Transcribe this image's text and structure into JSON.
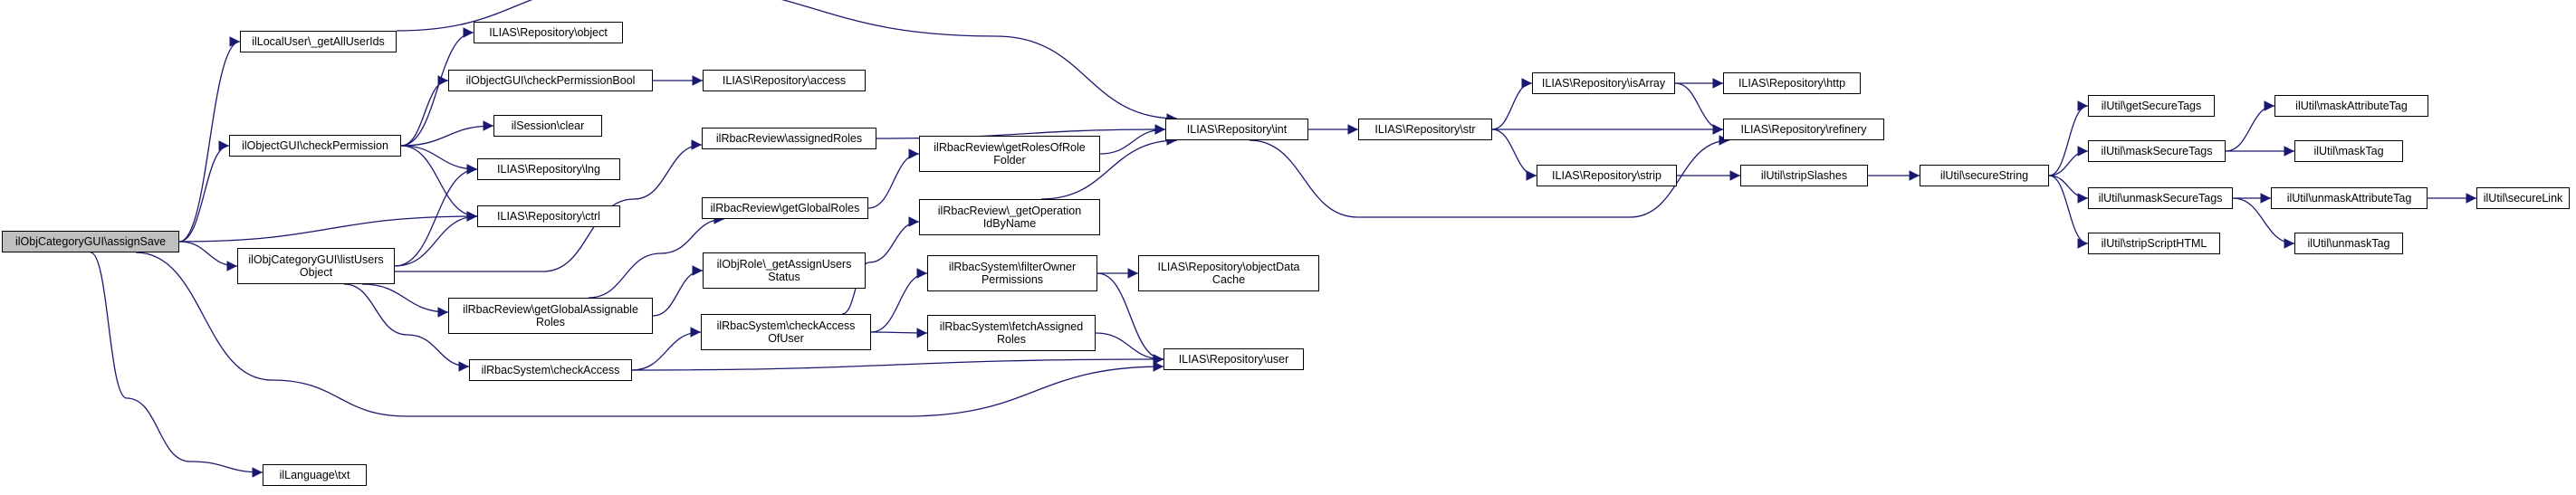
{
  "graph": {
    "edge_color": "#191970",
    "nodes": [
      {
        "id": "assignSave",
        "label": "ilObjCategoryGUI\\assignSave",
        "root": true
      },
      {
        "id": "getAllUserIds",
        "label": "ilLocalUser\\_getAllUserIds"
      },
      {
        "id": "checkPermission",
        "label": "ilObjectGUI\\checkPermission"
      },
      {
        "id": "listUsersObject",
        "label": "ilObjCategoryGUI\\listUsers\nObject"
      },
      {
        "id": "langTxt",
        "label": "ilLanguage\\txt"
      },
      {
        "id": "repoObject",
        "label": "ILIAS\\Repository\\object"
      },
      {
        "id": "checkPermissionBool",
        "label": "ilObjectGUI\\checkPermissionBool"
      },
      {
        "id": "sessionClear",
        "label": "ilSession\\clear"
      },
      {
        "id": "repoLng",
        "label": "ILIAS\\Repository\\lng"
      },
      {
        "id": "repoCtrl",
        "label": "ILIAS\\Repository\\ctrl"
      },
      {
        "id": "repoAccess",
        "label": "ILIAS\\Repository\\access"
      },
      {
        "id": "assignedRoles",
        "label": "ilRbacReview\\assignedRoles"
      },
      {
        "id": "getGlobalRoles",
        "label": "ilRbacReview\\getGlobalRoles"
      },
      {
        "id": "getAssignUsersStatus",
        "label": "ilObjRole\\_getAssignUsers\nStatus"
      },
      {
        "id": "getGlobalAssignableRoles",
        "label": "ilRbacReview\\getGlobalAssignable\nRoles"
      },
      {
        "id": "checkAccess",
        "label": "ilRbacSystem\\checkAccess"
      },
      {
        "id": "checkAccessOfUser",
        "label": "ilRbacSystem\\checkAccess\nOfUser"
      },
      {
        "id": "getRolesOfRoleFolder",
        "label": "ilRbacReview\\getRolesOfRole\nFolder"
      },
      {
        "id": "getOperationIdByName",
        "label": "ilRbacReview\\_getOperation\nIdByName"
      },
      {
        "id": "filterOwnerPermissions",
        "label": "ilRbacSystem\\filterOwner\nPermissions"
      },
      {
        "id": "fetchAssignedRoles",
        "label": "ilRbacSystem\\fetchAssigned\nRoles"
      },
      {
        "id": "objectDataCache",
        "label": "ILIAS\\Repository\\objectData\nCache"
      },
      {
        "id": "repoInt",
        "label": "ILIAS\\Repository\\int"
      },
      {
        "id": "repoUser",
        "label": "ILIAS\\Repository\\user"
      },
      {
        "id": "repoStr",
        "label": "ILIAS\\Repository\\str"
      },
      {
        "id": "repoIsArray",
        "label": "ILIAS\\Repository\\isArray"
      },
      {
        "id": "repoStrip",
        "label": "ILIAS\\Repository\\strip"
      },
      {
        "id": "repoHttp",
        "label": "ILIAS\\Repository\\http"
      },
      {
        "id": "repoRefinery",
        "label": "ILIAS\\Repository\\refinery"
      },
      {
        "id": "stripSlashes",
        "label": "ilUtil\\stripSlashes"
      },
      {
        "id": "secureString",
        "label": "ilUtil\\secureString"
      },
      {
        "id": "getSecureTags",
        "label": "ilUtil\\getSecureTags"
      },
      {
        "id": "maskSecureTags",
        "label": "ilUtil\\maskSecureTags"
      },
      {
        "id": "unmaskSecureTags",
        "label": "ilUtil\\unmaskSecureTags"
      },
      {
        "id": "stripScriptHTML",
        "label": "ilUtil\\stripScriptHTML"
      },
      {
        "id": "maskAttributeTag",
        "label": "ilUtil\\maskAttributeTag"
      },
      {
        "id": "maskTag",
        "label": "ilUtil\\maskTag"
      },
      {
        "id": "unmaskAttributeTag",
        "label": "ilUtil\\unmaskAttributeTag"
      },
      {
        "id": "unmaskTag",
        "label": "ilUtil\\unmaskTag"
      },
      {
        "id": "secureLink",
        "label": "ilUtil\\secureLink"
      }
    ],
    "edges": [
      [
        "assignSave",
        "getAllUserIds"
      ],
      [
        "assignSave",
        "checkPermission"
      ],
      [
        "assignSave",
        "repoCtrl"
      ],
      [
        "assignSave",
        "listUsersObject"
      ],
      [
        "assignSave",
        "repoUser"
      ],
      [
        "assignSave",
        "langTxt"
      ],
      [
        "getAllUserIds",
        "repoInt"
      ],
      [
        "checkPermission",
        "repoObject"
      ],
      [
        "checkPermission",
        "checkPermissionBool"
      ],
      [
        "checkPermission",
        "sessionClear"
      ],
      [
        "checkPermission",
        "repoLng"
      ],
      [
        "checkPermission",
        "repoCtrl"
      ],
      [
        "checkPermissionBool",
        "repoAccess"
      ],
      [
        "listUsersObject",
        "repoLng"
      ],
      [
        "listUsersObject",
        "repoCtrl"
      ],
      [
        "listUsersObject",
        "assignedRoles"
      ],
      [
        "listUsersObject",
        "getGlobalAssignableRoles"
      ],
      [
        "listUsersObject",
        "checkAccess"
      ],
      [
        "assignedRoles",
        "repoInt"
      ],
      [
        "getGlobalAssignableRoles",
        "getGlobalRoles"
      ],
      [
        "getGlobalAssignableRoles",
        "getAssignUsersStatus"
      ],
      [
        "getGlobalRoles",
        "getRolesOfRoleFolder"
      ],
      [
        "getRolesOfRoleFolder",
        "repoInt"
      ],
      [
        "checkAccess",
        "checkAccessOfUser"
      ],
      [
        "checkAccess",
        "repoUser"
      ],
      [
        "checkAccessOfUser",
        "getOperationIdByName"
      ],
      [
        "checkAccessOfUser",
        "filterOwnerPermissions"
      ],
      [
        "checkAccessOfUser",
        "fetchAssignedRoles"
      ],
      [
        "getOperationIdByName",
        "repoInt"
      ],
      [
        "filterOwnerPermissions",
        "objectDataCache"
      ],
      [
        "filterOwnerPermissions",
        "repoUser"
      ],
      [
        "fetchAssignedRoles",
        "repoUser"
      ],
      [
        "repoInt",
        "repoStr"
      ],
      [
        "repoInt",
        "repoRefinery"
      ],
      [
        "repoStr",
        "repoIsArray"
      ],
      [
        "repoStr",
        "repoRefinery"
      ],
      [
        "repoStr",
        "repoStrip"
      ],
      [
        "repoIsArray",
        "repoHttp"
      ],
      [
        "repoIsArray",
        "repoRefinery"
      ],
      [
        "repoStrip",
        "stripSlashes"
      ],
      [
        "stripSlashes",
        "secureString"
      ],
      [
        "secureString",
        "getSecureTags"
      ],
      [
        "secureString",
        "maskSecureTags"
      ],
      [
        "secureString",
        "unmaskSecureTags"
      ],
      [
        "secureString",
        "stripScriptHTML"
      ],
      [
        "maskSecureTags",
        "maskAttributeTag"
      ],
      [
        "maskSecureTags",
        "maskTag"
      ],
      [
        "unmaskSecureTags",
        "unmaskAttributeTag"
      ],
      [
        "unmaskSecureTags",
        "unmaskTag"
      ],
      [
        "unmaskAttributeTag",
        "secureLink"
      ]
    ]
  }
}
